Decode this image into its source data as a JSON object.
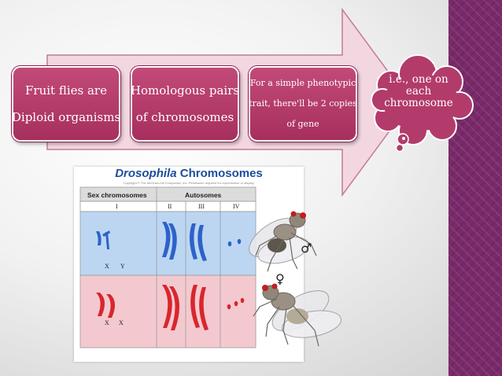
{
  "slide": {
    "boxes": [
      {
        "lines": [
          "Fruit flies are",
          "Diploid organisms"
        ]
      },
      {
        "lines": [
          "Homologous pairs",
          "of chromosomes"
        ]
      },
      {
        "lines": [
          "For a simple  phenotypic",
          "trait, there'll be 2 copies",
          "of gene"
        ]
      }
    ],
    "callout": {
      "lines": [
        "i.e., one on",
        "each",
        "chromosome"
      ]
    },
    "colors": {
      "box_fill": "#b23b6b",
      "arrow_fill": "#f3d7e0",
      "side_band": "#7a2a6a",
      "male_row": "#bcd6f2",
      "female_row": "#f3c9cf"
    }
  },
  "figure": {
    "title_italic": "Drosophila",
    "title_rest": " Chromosomes",
    "copyright": "Copyright © The McGraw-Hill Companies, Inc. Permission required for reproduction or display.",
    "header_sex": "Sex chromosomes",
    "header_auto": "Autosomes",
    "col_I": "I",
    "col_II": "II",
    "col_III": "III",
    "col_IV": "IV",
    "male_labels": [
      "X",
      "Y"
    ],
    "female_labels": [
      "X",
      "X"
    ],
    "male_symbol": "♂",
    "female_symbol": "♀"
  }
}
